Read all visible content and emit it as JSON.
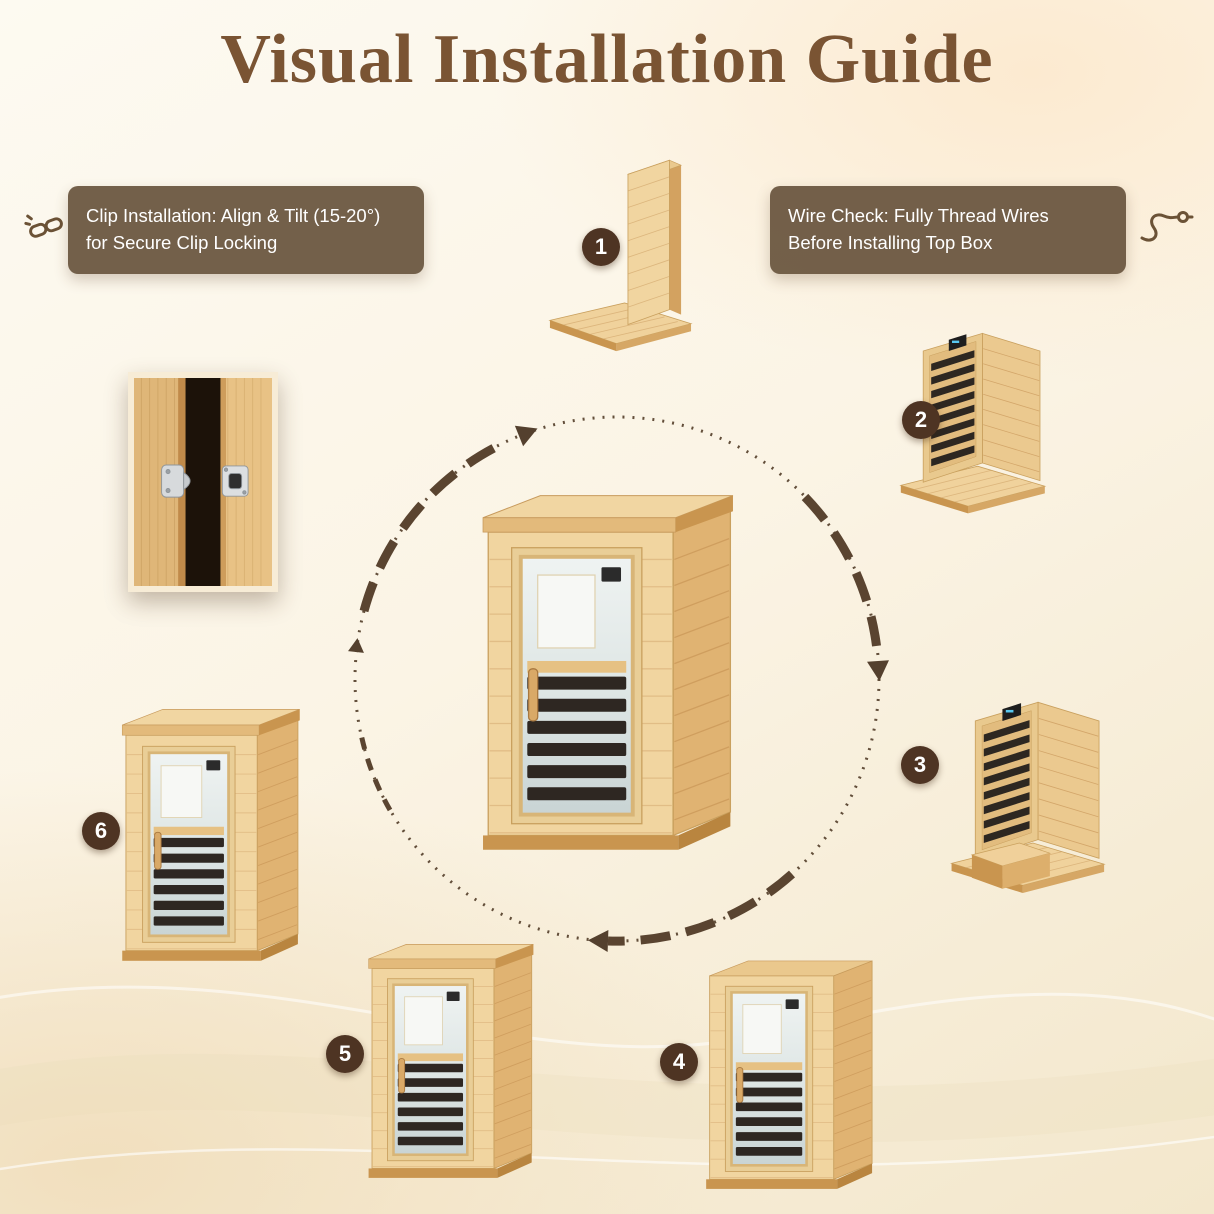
{
  "page": {
    "title": "Visual Installation Guide"
  },
  "callouts": {
    "left": {
      "icon": "chain-link-icon",
      "text": "Clip Installation: Align & Tilt (15-20°) for Secure Clip Locking"
    },
    "right": {
      "icon": "wire-plug-icon",
      "text": "Wire Check: Fully Thread Wires Before Installing Top Box"
    }
  },
  "steps": [
    {
      "number": "1"
    },
    {
      "number": "2"
    },
    {
      "number": "3"
    },
    {
      "number": "4"
    },
    {
      "number": "5"
    },
    {
      "number": "6"
    }
  ],
  "colors": {
    "title": "#7a5433",
    "callout_bg": "#68543d",
    "callout_text": "#ffffff",
    "badge_bg": "#4e3423",
    "arrow": "#5a4430",
    "wood_light": "#F1D5A0",
    "wood_dark": "#C9954F",
    "heater_panel": "#2d2721"
  }
}
